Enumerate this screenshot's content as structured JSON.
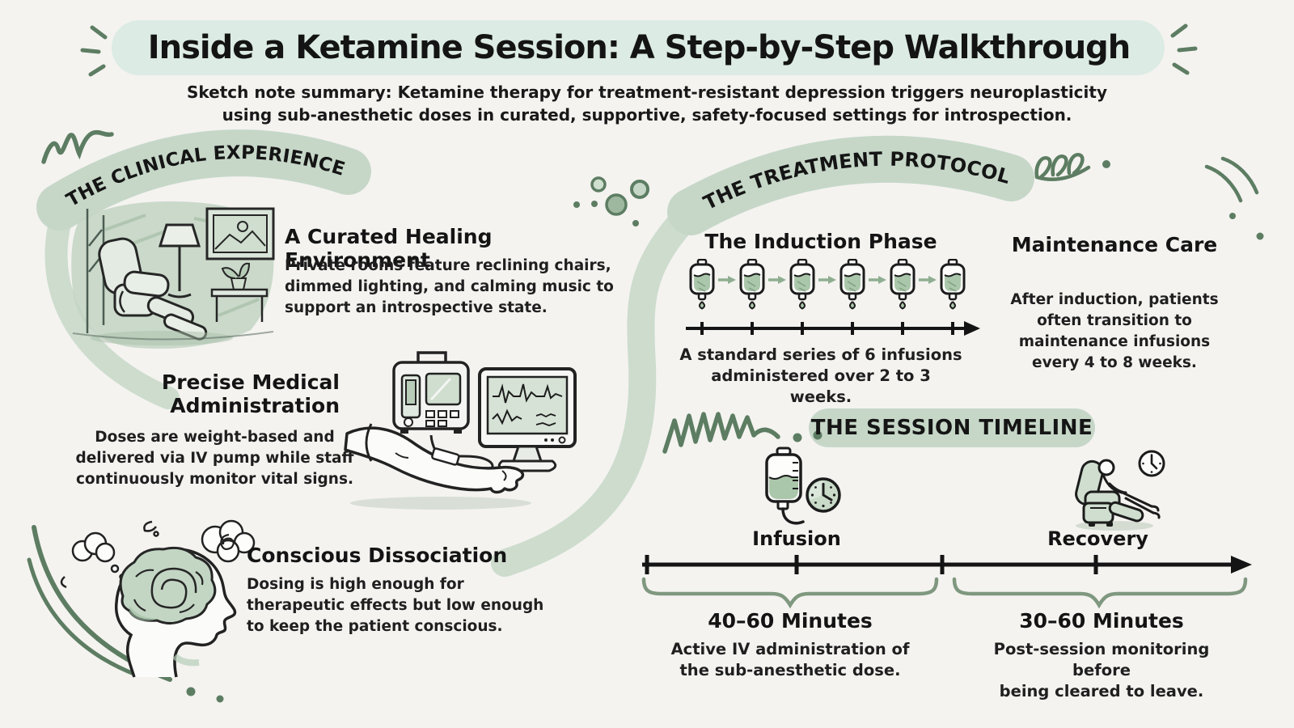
{
  "colors": {
    "paper": "#f4f3f0",
    "sage_banner": "#c6d7c8",
    "title_highlight": "#dcebe4",
    "doodle_green": "#5d7d62",
    "wash_green": "#cddccd",
    "fluid_green": "#abc7ab",
    "ink": "#1c1c1c"
  },
  "header": {
    "title": "Inside a Ketamine Session: A Step-by-Step Walkthrough",
    "subtitle_line1": "Sketch note summary: Ketamine therapy for treatment-resistant depression triggers neuroplasticity",
    "subtitle_line2": "using sub-anesthetic doses in curated, supportive, safety-focused settings for introspection."
  },
  "clinical": {
    "banner": "THE CLINICAL EXPERIENCE",
    "curated": {
      "title": "A Curated Healing Environment",
      "body": "Private rooms feature reclining chairs, dimmed lighting, and calming music to support an introspective state."
    },
    "precise": {
      "title_line1": "Precise Medical",
      "title_line2": "Administration",
      "body": "Doses are weight-based and delivered via IV pump while staff continuously monitor vital signs."
    },
    "dissociation": {
      "title": "Conscious Dissociation",
      "body": "Dosing is high enough for therapeutic effects but low enough to keep the patient conscious."
    }
  },
  "protocol": {
    "banner": "THE TREATMENT PROTOCOL",
    "induction": {
      "title": "The Induction Phase",
      "infusions": 6,
      "caption_line1": "A standard series of 6 infusions",
      "caption_line2": "administered over 2 to 3 weeks."
    },
    "maintenance": {
      "title": "Maintenance Care",
      "body": "After induction, patients often transition to maintenance infusions every 4 to 8 weeks."
    }
  },
  "session": {
    "banner": "THE SESSION TIMELINE",
    "infusion": {
      "label": "Infusion",
      "duration": "40–60 Minutes",
      "desc_line1": "Active IV administration of",
      "desc_line2": "the sub-anesthetic dose."
    },
    "recovery": {
      "label": "Recovery",
      "duration": "30–60 Minutes",
      "desc_line1": "Post-session monitoring before",
      "desc_line2": "being cleared to leave."
    }
  }
}
